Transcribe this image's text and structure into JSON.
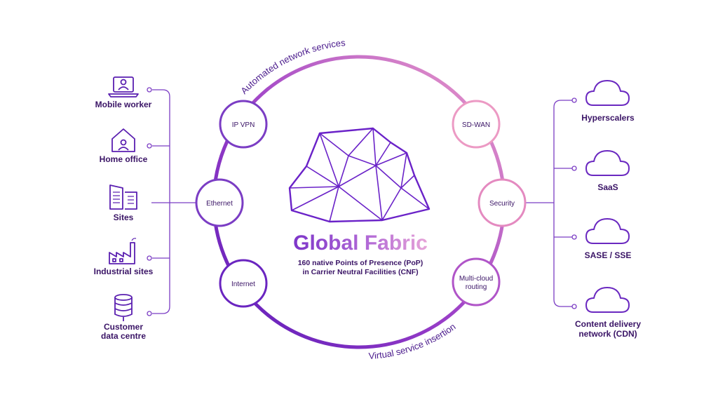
{
  "diagram": {
    "arc_top_label": "Automated network services",
    "arc_bottom_label": "Virtual service insertion",
    "title": "Global Fabric",
    "subtitle_line1": "160 native Points of Presence (PoP)",
    "subtitle_line2": "in Carrier Neutral Facilities (CNF)",
    "ring_nodes": {
      "ip_vpn": "IP VPN",
      "ethernet": "Ethernet",
      "internet": "Internet",
      "sd_wan": "SD-WAN",
      "security": "Security",
      "multicloud_line1": "Multi-cloud",
      "multicloud_line2": "routing"
    },
    "left_items": {
      "mobile_worker": "Mobile worker",
      "home_office": "Home office",
      "sites": "Sites",
      "industrial_sites": "Industrial sites",
      "customer_dc_line1": "Customer",
      "customer_dc_line2": "data centre"
    },
    "right_items": {
      "hyperscalers": "Hyperscalers",
      "saas": "SaaS",
      "sase": "SASE / SSE",
      "cdn_line1": "Content delivery",
      "cdn_line2": "network (CDN)"
    },
    "colors": {
      "purple_dark": "#5a1fb0",
      "purple": "#7b2fd0",
      "pink": "#e58cc2",
      "text": "#3a1466"
    }
  }
}
